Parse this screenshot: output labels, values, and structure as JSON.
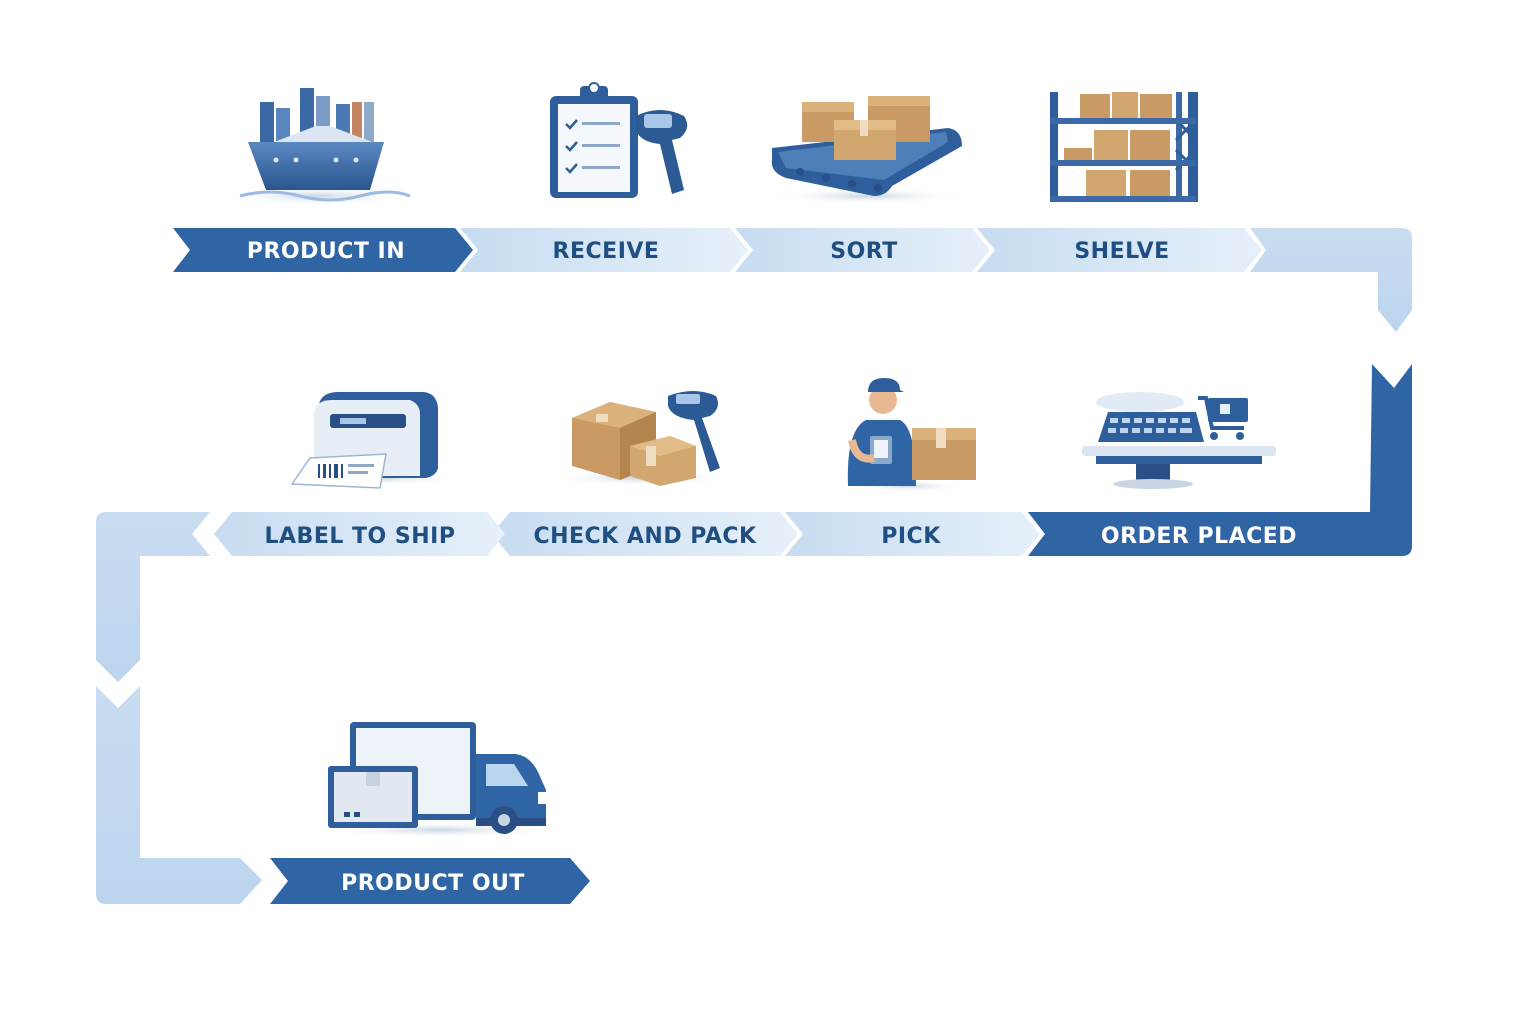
{
  "colors": {
    "dark": "#2f65a5",
    "light": "#cfe1f3",
    "lightest": "#e3eef9",
    "darkText": "#ffffff",
    "lightText": "#1f4f82",
    "box": "#c99a63",
    "boxDark": "#a9784a",
    "navy": "#2a4e86"
  },
  "steps": {
    "product_in": "PRODUCT IN",
    "receive": "RECEIVE",
    "sort": "SORT",
    "shelve": "SHELVE",
    "order_placed": "ORDER PLACED",
    "pick": "PICK",
    "check_and_pack": "CHECK AND PACK",
    "label_to_ship": "LABEL TO SHIP",
    "product_out": "PRODUCT OUT"
  },
  "icons": {
    "product_in": "cargo-ship-icon",
    "receive": "clipboard-scanner-icon",
    "sort": "conveyor-boxes-icon",
    "shelve": "warehouse-shelf-icon",
    "order_placed": "keyboard-cart-icon",
    "pick": "worker-picking-icon",
    "check_and_pack": "boxes-scanner-icon",
    "label_to_ship": "label-printer-icon",
    "product_out": "delivery-truck-icon"
  }
}
